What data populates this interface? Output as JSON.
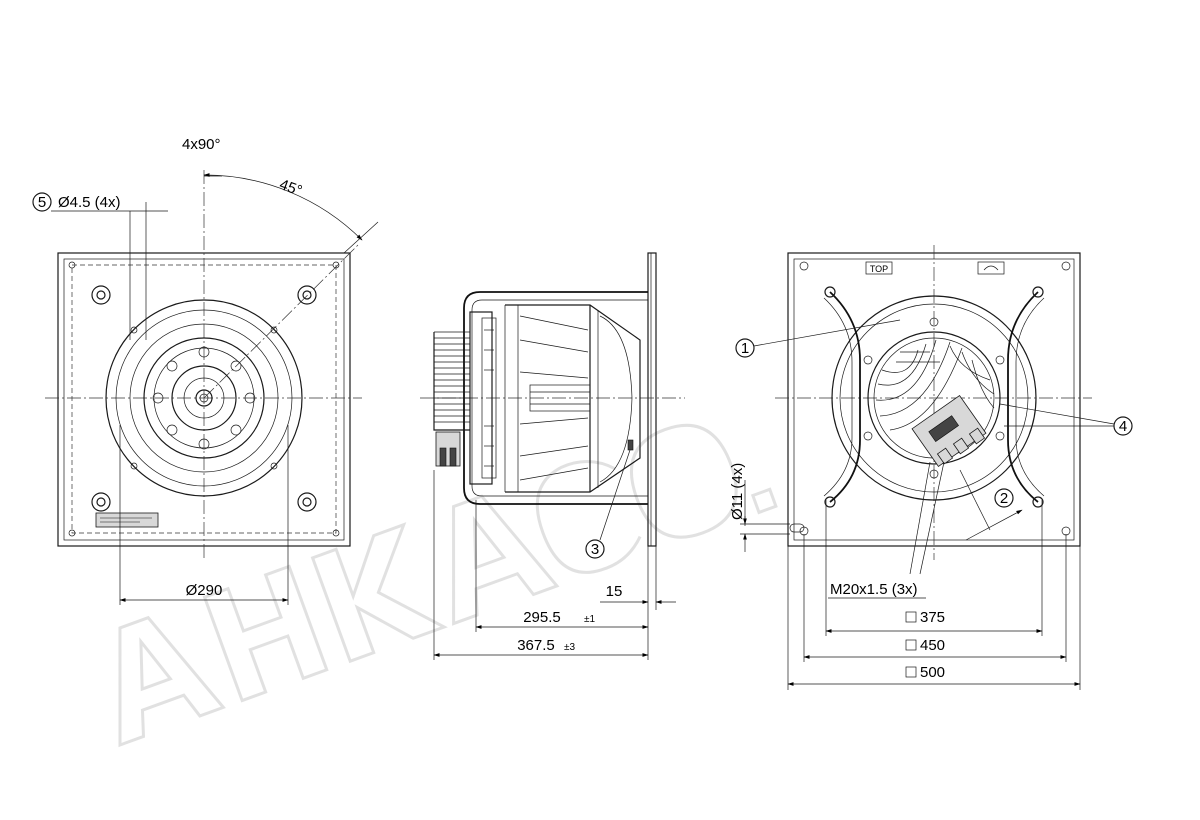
{
  "front_view": {
    "angle_count": "4x90°",
    "angle_offset": "45°",
    "hole_spec": "Ø4.5 (4x)",
    "callout_5": "5",
    "diameter": "Ø290"
  },
  "side_view": {
    "callout_3": "3",
    "flange": "15",
    "depth_inner": "295.5",
    "depth_inner_tol": "±1",
    "depth_total": "367.5",
    "depth_total_tol": "±3"
  },
  "rear_view": {
    "callout_1": "1",
    "callout_2": "2",
    "callout_4": "4",
    "mount_hole": "Ø11 (4x)",
    "cable_gland": "M20x1.5 (3x)",
    "dim_375": "375",
    "dim_450": "450",
    "dim_500": "500",
    "top_label": "TOP"
  },
  "watermark": "AHKA CO."
}
